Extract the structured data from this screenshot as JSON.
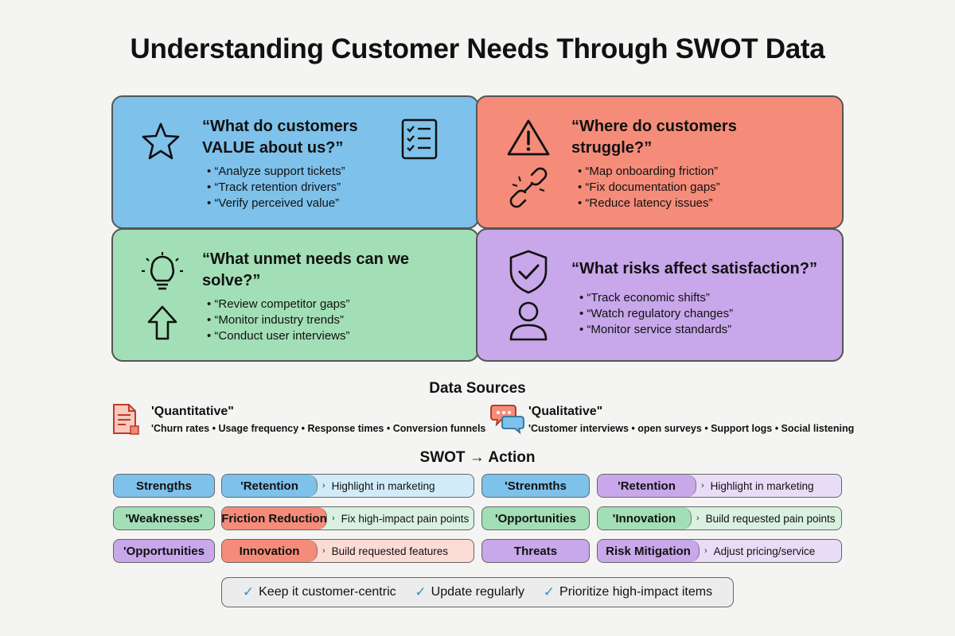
{
  "title": "Understanding Customer Needs Through SWOT Data",
  "quadrants": {
    "strengths": {
      "question": "“What do customers VALUE about us?”",
      "items": [
        "“Analyze support tickets”",
        "“Track retention drivers”",
        "“Verify perceived value”"
      ],
      "icons": [
        "star-icon",
        "checklist-icon"
      ],
      "color": "#7ec1ea"
    },
    "weaknesses": {
      "question": "“Where do customers struggle?”",
      "items": [
        "“Map onboarding friction”",
        "“Fix documentation gaps”",
        "“Reduce latency issues”"
      ],
      "icons": [
        "warning-icon",
        "broken-link-icon"
      ],
      "color": "#f58c7a"
    },
    "opportunities": {
      "question": "“What unmet needs can we solve?”",
      "items": [
        "“Review competitor gaps”",
        "“Monitor industry trends”",
        "“Conduct user interviews”"
      ],
      "icons": [
        "lightbulb-icon",
        "arrow-up-icon"
      ],
      "color": "#a2dfb6"
    },
    "threats": {
      "question": "“What risks affect satisfaction?”",
      "items": [
        "“Track economic shifts”",
        "“Watch regulatory changes”",
        "“Monitor service standards”"
      ],
      "icons": [
        "shield-check-icon",
        "user-icon"
      ],
      "color": "#c8a7ea"
    }
  },
  "data_sources": {
    "title": "Data Sources",
    "quantitative": {
      "label": "'Quantitative\"",
      "items": "'Churn rates • Usage frequency • Response times • Conversion funnels",
      "icon": "document-chart-icon"
    },
    "qualitative": {
      "label": "'Qualitative\"",
      "items": "'Customer interviews • open surveys • Support logs • Social listening",
      "icon": "chat-bubbles-icon"
    }
  },
  "swot_action": {
    "title": "SWOT → Action",
    "rows": [
      {
        "left_category": "Strengths",
        "left_label": "'Retention",
        "left_action": "Highlight in marketing",
        "right_category": "'Strenmths",
        "right_label": "'Retention",
        "right_action": "Highlight in marketing"
      },
      {
        "left_category": "'Weaknesses'",
        "left_label": "Friction Reduction",
        "left_action": "Fix high-impact pain points",
        "right_category": "'Opportunities",
        "right_label": "'Innovation",
        "right_action": "Build requested pain points"
      },
      {
        "left_category": "'Opportunities",
        "left_label": "Innovation",
        "left_action": "Build requested features",
        "right_category": "Threats",
        "right_label": "Risk Mitigation",
        "right_action": "Adjust pricing/service"
      }
    ]
  },
  "footer": {
    "items": [
      "Keep it customer-centric",
      "Update regularly",
      "Prioritize high-impact items"
    ],
    "check": "✓"
  }
}
